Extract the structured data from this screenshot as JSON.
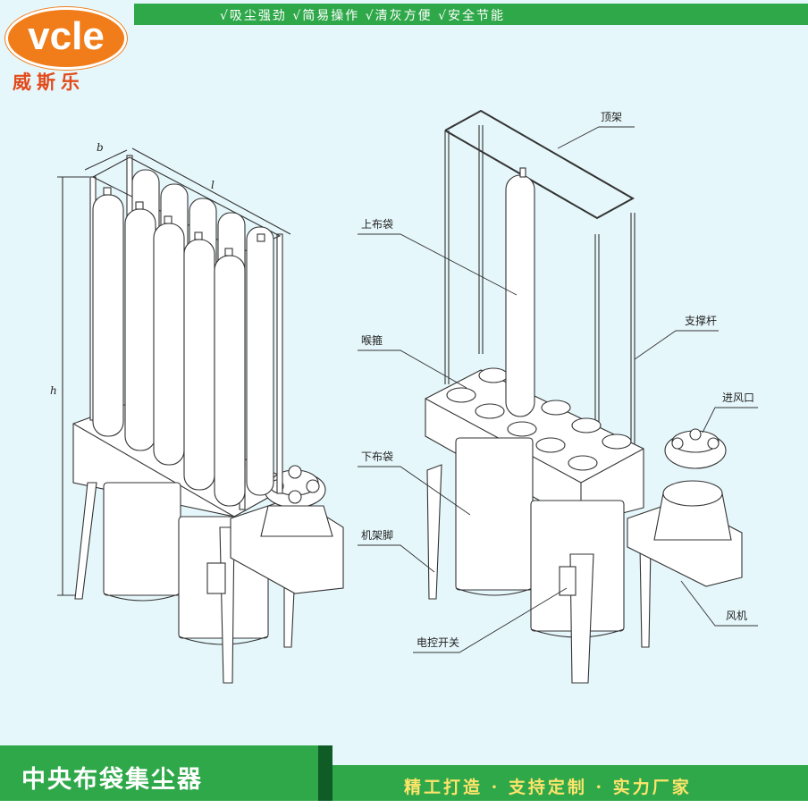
{
  "brand": {
    "logo_text": "vcle",
    "name_cn": "威斯乐",
    "colors": {
      "logo": "#f07d1a",
      "name": "#e24a1b"
    }
  },
  "top_bar": {
    "slogans": "√吸尘强劲 √简易操作 √清灰方便 √安全节能",
    "color": "#2fa84a"
  },
  "diagram": {
    "dimensions": {
      "b": "b",
      "l": "l",
      "h": "h"
    },
    "labels": {
      "top_frame": "顶架",
      "upper_bag": "上布袋",
      "support_rod": "支撑杆",
      "clamp": "喉箍",
      "inlet": "进风口",
      "lower_bag": "下布袋",
      "frame_leg": "机架脚",
      "fan": "风机",
      "switch": "电控开关"
    }
  },
  "footer": {
    "title": "中央布袋集尘器",
    "tagline": "精工打造 · 支持定制 · 实力厂家",
    "colors": {
      "bar": "#2fa84a",
      "tab": "#0f5c27",
      "tagline": "#ffe46b"
    }
  }
}
